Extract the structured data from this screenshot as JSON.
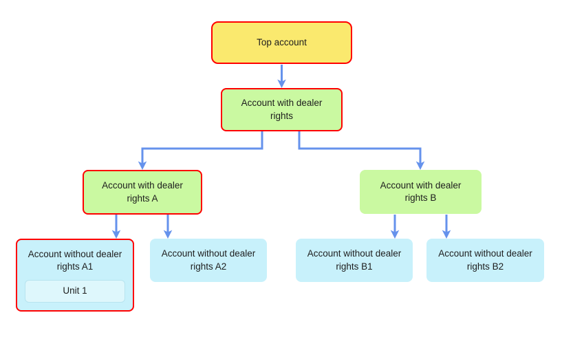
{
  "diagram": {
    "type": "hierarchy-flowchart",
    "nodes": {
      "top_account": {
        "label": "Top account",
        "fill": "#FAE96E",
        "border": "#FF0000"
      },
      "dealer_rights": {
        "label": "Account with dealer rights",
        "fill": "#CAF9A1",
        "border": "#FF0000"
      },
      "dealer_rights_a": {
        "label": "Account with dealer rights A",
        "fill": "#CAF9A1",
        "border": "#FF0000"
      },
      "dealer_rights_b": {
        "label": "Account with dealer rights B",
        "fill": "#CAF9A1",
        "border": "none"
      },
      "no_dealer_a1": {
        "label": "Account without dealer rights A1",
        "fill": "#C8F1FB",
        "border": "#FF0000"
      },
      "no_dealer_a2": {
        "label": "Account without dealer rights A2",
        "fill": "#C8F1FB",
        "border": "none"
      },
      "no_dealer_b1": {
        "label": "Account without dealer rights B1",
        "fill": "#C8F1FB",
        "border": "none"
      },
      "no_dealer_b2": {
        "label": "Account without dealer rights B2",
        "fill": "#C8F1FB",
        "border": "none"
      },
      "unit_1": {
        "label": "Unit 1",
        "fill": "#DEF7FC",
        "border": "#B7E4EF",
        "parent": "no_dealer_a1"
      }
    },
    "edges": [
      {
        "from": "top_account",
        "to": "dealer_rights"
      },
      {
        "from": "dealer_rights",
        "to": "dealer_rights_a"
      },
      {
        "from": "dealer_rights",
        "to": "dealer_rights_b"
      },
      {
        "from": "dealer_rights_a",
        "to": "no_dealer_a1"
      },
      {
        "from": "dealer_rights_a",
        "to": "no_dealer_a2"
      },
      {
        "from": "dealer_rights_b",
        "to": "no_dealer_b1"
      },
      {
        "from": "dealer_rights_b",
        "to": "no_dealer_b2"
      }
    ],
    "colors": {
      "arrow": "#6592EC",
      "text": "#1d1d1d",
      "background": "#ffffff"
    }
  }
}
